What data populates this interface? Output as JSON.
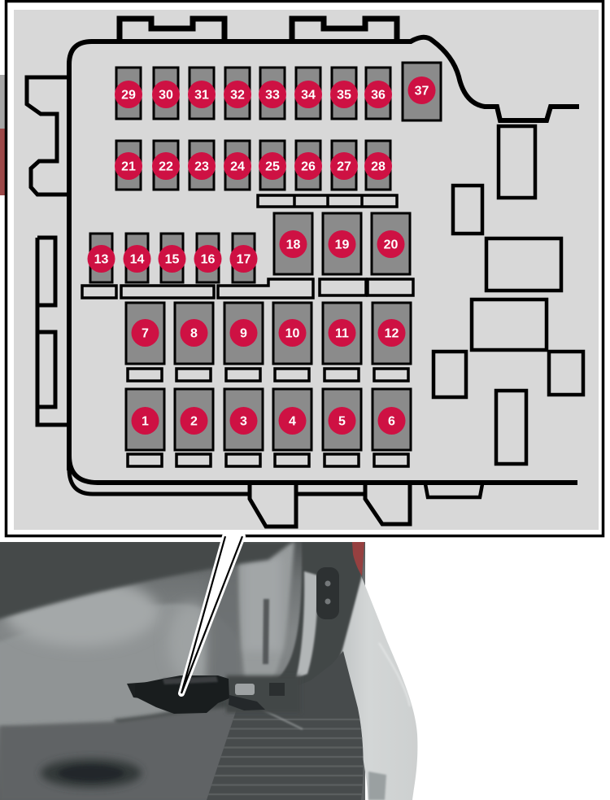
{
  "figure": {
    "type": "fuse-box-location-diagram",
    "panel": "cargo-area-fuse-box",
    "fuse_rows": [
      {
        "id": "row-29-36",
        "labels": [
          "29",
          "30",
          "31",
          "32",
          "33",
          "34",
          "35",
          "36"
        ]
      },
      {
        "id": "fuse-37",
        "labels": [
          "37"
        ]
      },
      {
        "id": "row-21-28",
        "labels": [
          "21",
          "22",
          "23",
          "24",
          "25",
          "26",
          "27",
          "28"
        ]
      },
      {
        "id": "row-13-17",
        "labels": [
          "13",
          "14",
          "15",
          "16",
          "17"
        ]
      },
      {
        "id": "row-18-20",
        "labels": [
          "18",
          "19",
          "20"
        ]
      },
      {
        "id": "row-7-12",
        "labels": [
          "7",
          "8",
          "9",
          "10",
          "11",
          "12"
        ]
      },
      {
        "id": "row-1-6",
        "labels": [
          "1",
          "2",
          "3",
          "4",
          "5",
          "6"
        ]
      }
    ]
  },
  "colors": {
    "badge": "#ce1143",
    "badge_text": "#ffffff",
    "fuse_fill": "#8b8b8b",
    "outline": "#000000",
    "diagram_bg": "#d8d8d8",
    "tail_light_red": "#9d4949"
  }
}
